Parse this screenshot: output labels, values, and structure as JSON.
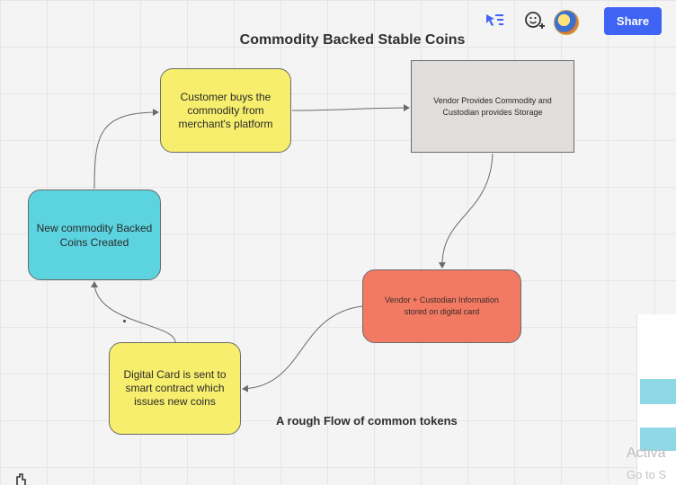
{
  "diagram": {
    "title": "Commodity Backed Stable Coins",
    "caption": "A rough Flow of common tokens",
    "nodes": {
      "customer": "Customer buys the commodity from merchant's platform",
      "vendor": "Vendor Provides Commodity and Custodian provides Storage",
      "info": "Vendor + Custodian Information stored on digital card",
      "card": "Digital Card is sent to smart contract which issues new coins",
      "new_coins": "New commodity Backed Coins Created"
    },
    "colors": {
      "yellow": "#f6ee6c",
      "gray": "#e1ddda",
      "red": "#f27a62",
      "cyan": "#5bd4e0",
      "connector": "#6b6b6b"
    }
  },
  "toolbar": {
    "share_label": "Share",
    "icons": [
      "pointer-icon",
      "emoji-add-icon"
    ]
  },
  "overlay": {
    "activate_line": "Activa",
    "activate_sub": "Go to S"
  }
}
